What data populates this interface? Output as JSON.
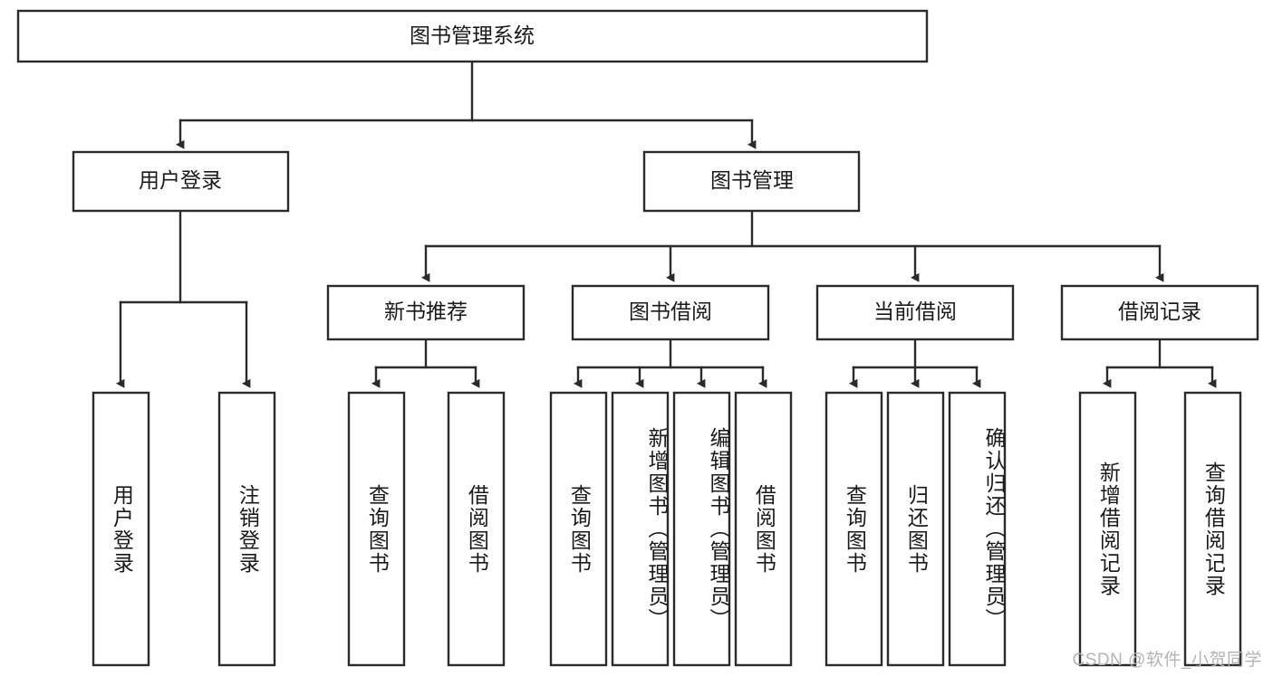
{
  "diagram": {
    "type": "tree-hierarchy-flowchart",
    "title": "图书管理系统",
    "root": {
      "id": "root",
      "label": "图书管理系统",
      "orientation": "horizontal"
    },
    "level2": [
      {
        "id": "user-login",
        "label": "用户登录",
        "orientation": "horizontal"
      },
      {
        "id": "book-management",
        "label": "图书管理",
        "orientation": "horizontal"
      }
    ],
    "level3": [
      {
        "id": "new-book-recommend",
        "label": "新书推荐",
        "orientation": "horizontal",
        "parent": "book-management"
      },
      {
        "id": "book-borrow",
        "label": "图书借阅",
        "orientation": "horizontal",
        "parent": "book-management"
      },
      {
        "id": "current-borrow",
        "label": "当前借阅",
        "orientation": "horizontal",
        "parent": "book-management"
      },
      {
        "id": "borrow-record",
        "label": "借阅记录",
        "orientation": "horizontal",
        "parent": "book-management"
      }
    ],
    "leaves": [
      {
        "id": "leaf-user-login",
        "label": "用户登录",
        "orientation": "vertical",
        "parent": "user-login"
      },
      {
        "id": "leaf-logout-login",
        "label": "注销登录",
        "orientation": "vertical",
        "parent": "user-login"
      },
      {
        "id": "leaf-query-book-1",
        "label": "查询图书",
        "orientation": "vertical",
        "parent": "new-book-recommend"
      },
      {
        "id": "leaf-borrow-book-1",
        "label": "借阅图书",
        "orientation": "vertical",
        "parent": "new-book-recommend"
      },
      {
        "id": "leaf-query-book-2",
        "label": "查询图书",
        "orientation": "vertical",
        "parent": "book-borrow"
      },
      {
        "id": "leaf-add-book",
        "label": "新增图书（管理员）",
        "orientation": "vertical",
        "parent": "book-borrow"
      },
      {
        "id": "leaf-edit-book",
        "label": "编辑图书（管理员）",
        "orientation": "vertical",
        "parent": "book-borrow"
      },
      {
        "id": "leaf-borrow-book-2",
        "label": "借阅图书",
        "orientation": "vertical",
        "parent": "book-borrow"
      },
      {
        "id": "leaf-query-book-3",
        "label": "查询图书",
        "orientation": "vertical",
        "parent": "current-borrow"
      },
      {
        "id": "leaf-return-book",
        "label": "归还图书",
        "orientation": "vertical",
        "parent": "current-borrow"
      },
      {
        "id": "leaf-confirm-return",
        "label": "确认归还（管理员）",
        "orientation": "vertical",
        "parent": "current-borrow"
      },
      {
        "id": "leaf-add-borrow-record",
        "label": "新增借阅记录",
        "orientation": "vertical",
        "parent": "borrow-record"
      },
      {
        "id": "leaf-query-borrow-record",
        "label": "查询借阅记录",
        "orientation": "vertical",
        "parent": "borrow-record"
      }
    ],
    "colors": {
      "stroke": "#2b2b2b",
      "fill": "#ffffff",
      "text": "#1a1a1a",
      "watermark": "#b4b4b4",
      "background": "#ffffff"
    }
  },
  "watermark": {
    "text": "CSDN @软件_小贺同学"
  }
}
